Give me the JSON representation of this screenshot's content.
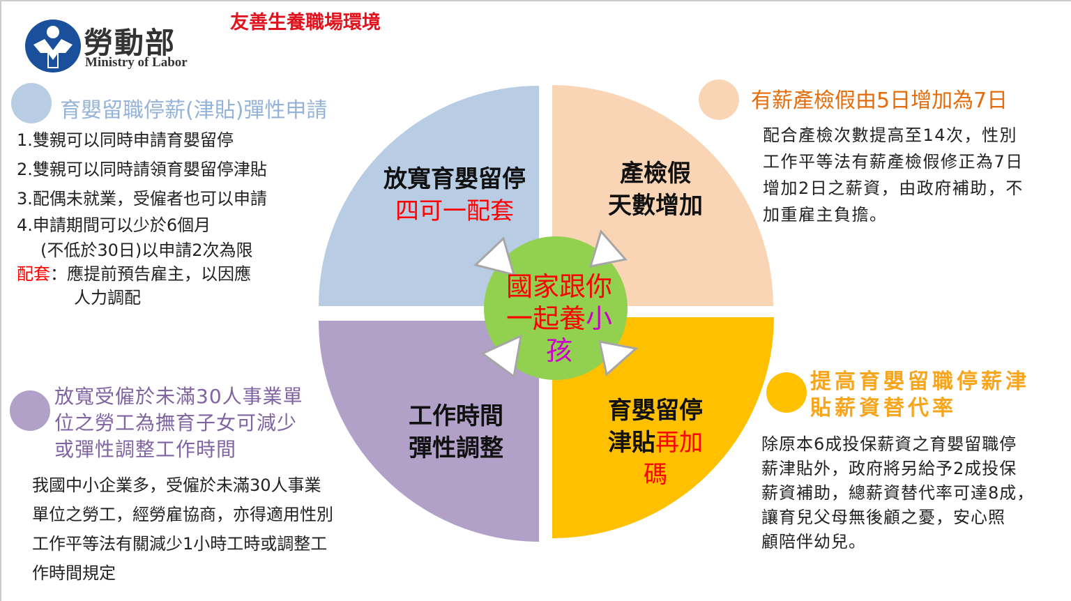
{
  "logo": {
    "zh": "勞動部",
    "en": "Ministry of Labor"
  },
  "page_title": "友善生養職場環境",
  "colors": {
    "blue": "#b8cce4",
    "peach": "#fad5b5",
    "purple": "#b1a0c7",
    "yellow": "#ffc000",
    "green": "#92d050",
    "red": "#ff0000",
    "orange": "#e46c0a"
  },
  "sections": {
    "top_left": {
      "heading": "育嬰留職停薪(津貼)彈性申請",
      "items": [
        "1.雙親可以同時申請育嬰留停",
        "2.雙親可以同時請領育嬰留停津貼",
        "3.配偶未就業，受僱者也可以申請",
        "4.申請期間可以少於6個月",
        "(不低於30日)以申請2次為限"
      ],
      "note_label": "配套",
      "note_text": "：應提前預告雇主，以因應",
      "note_text2": "人力調配"
    },
    "top_right": {
      "heading": "有薪產檢假由5日增加為7日",
      "body": [
        "配合產檢次數提高至14次，性別",
        "工作平等法有薪產檢假修正為7日",
        "增加2日之薪資，由政府補助，不",
        "加重雇主負擔。"
      ]
    },
    "bottom_left": {
      "heading": [
        "放寬受僱於未滿30人事業單",
        "位之勞工為撫育子女可減少",
        "或彈性調整工作時間"
      ],
      "body": [
        "我國中小企業多，受僱於未滿30人事業",
        "單位之勞工，經勞雇協商，亦得適用性別",
        "工作平等法有關減少1小時工時或調整工",
        "作時間規定"
      ]
    },
    "bottom_right": {
      "heading": [
        "提高育嬰留職停薪津",
        "貼薪資替代率"
      ],
      "body": [
        "除原本6成投保薪資之育嬰留職停",
        "薪津貼外，政府將另給予2成投保",
        "薪資補助，總薪資替代率可達8成，",
        "讓育兒父母無後顧之憂，安心照",
        "顧陪伴幼兒。"
      ]
    }
  },
  "quadrants": {
    "q1": {
      "line1": "放寬育嬰留停",
      "line2": "四可一配套"
    },
    "q2": {
      "line1": "產檢假",
      "line2": "天數增加"
    },
    "q3": {
      "line1": "工作時間",
      "line2": "彈性調整"
    },
    "q4": {
      "line1": "育嬰留停",
      "line2a": "津貼",
      "line2b": "再加",
      "line3": "碼"
    }
  },
  "center": {
    "line1": "國家跟你",
    "line2a": "一起養",
    "line2b": "小",
    "line3": "孩"
  }
}
